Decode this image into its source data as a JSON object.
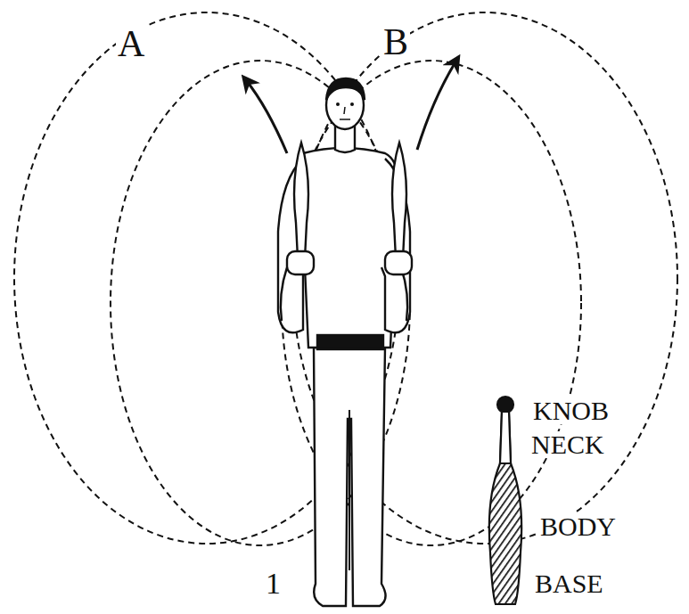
{
  "diagram": {
    "labels": [
      "A",
      "B",
      "1",
      "KNOB",
      "NECK",
      "BODY",
      "BASE"
    ]
  }
}
